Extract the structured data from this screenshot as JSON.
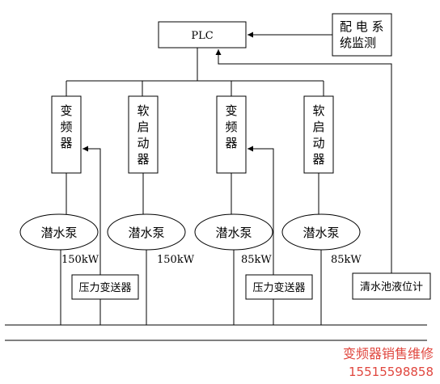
{
  "plc": {
    "label": "PLC"
  },
  "power_monitor": {
    "line1": "配 电 系",
    "line2": "统监测"
  },
  "starters": [
    {
      "chars": [
        "变",
        "频",
        "器"
      ]
    },
    {
      "chars": [
        "软",
        "启",
        "动",
        "器"
      ]
    },
    {
      "chars": [
        "变",
        "频",
        "器"
      ]
    },
    {
      "chars": [
        "软",
        "启",
        "动",
        "器"
      ]
    }
  ],
  "pumps": [
    {
      "label": "潜水泵",
      "power": "150kW"
    },
    {
      "label": "潜水泵",
      "power": "150kW"
    },
    {
      "label": "潜水泵",
      "power": "85kW"
    },
    {
      "label": "潜水泵",
      "power": "85kW"
    }
  ],
  "pressure_transmitters": [
    {
      "label": "压力变送器"
    },
    {
      "label": "压力变送器"
    }
  ],
  "level_gauge": {
    "label": "清水池液位计"
  },
  "watermark": {
    "line1": "变频器销售维修",
    "line2": "15515598858"
  },
  "colors": {
    "line": "#000000",
    "watermark": "#e0473f"
  }
}
